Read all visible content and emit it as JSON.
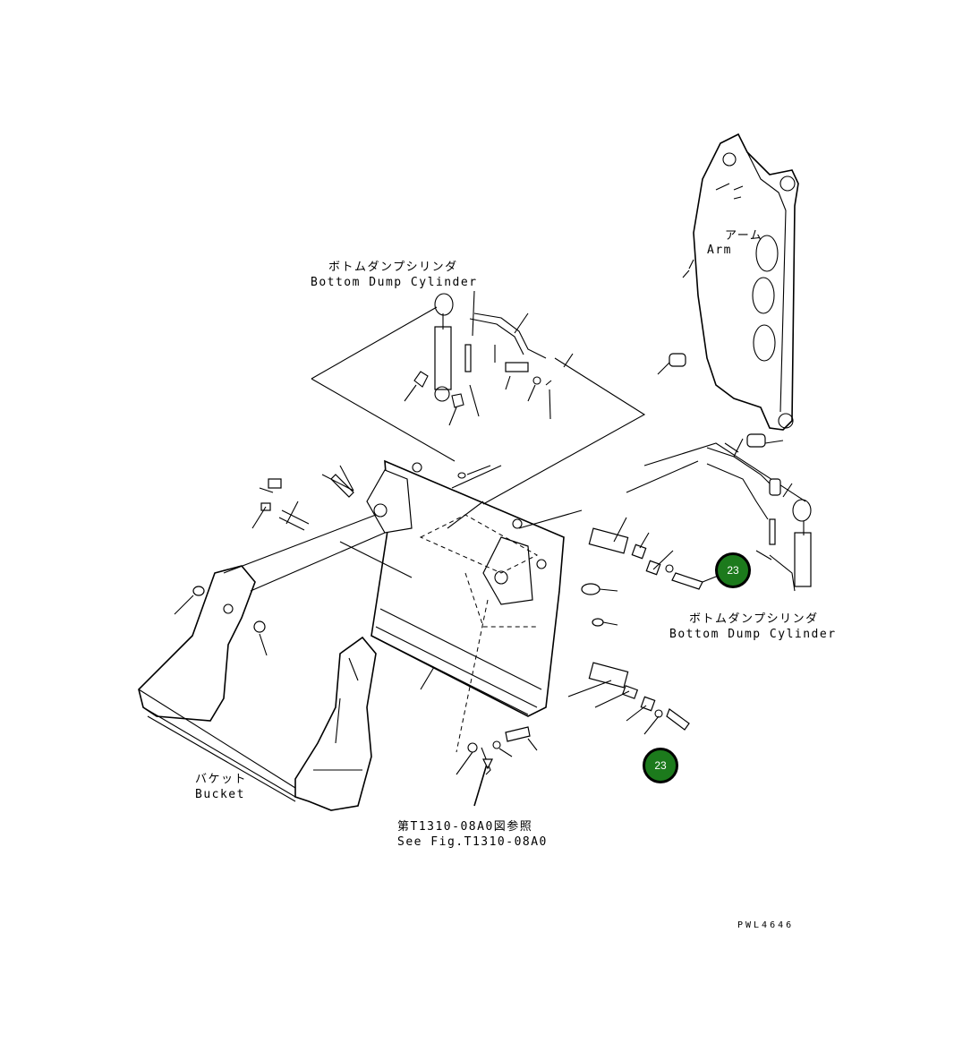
{
  "labels": {
    "cylinder_top_jp": "ボトムダンプシリンダ",
    "cylinder_top_en": "Bottom Dump Cylinder",
    "arm_jp": "アーム",
    "arm_en": "Arm",
    "cylinder_right_jp": "ボトムダンプシリンダ",
    "cylinder_right_en": "Bottom Dump Cylinder",
    "bucket_jp": "バケット",
    "bucket_en": "Bucket",
    "see_fig_jp": "第T1310-08A0図参照",
    "see_fig_en": "See Fig.T1310-08A0",
    "drawing_no": "PWL4646"
  },
  "callouts": [
    {
      "number": "23"
    },
    {
      "number": "23"
    }
  ],
  "colors": {
    "callout_fill": "#1c7a1c",
    "line": "#000000",
    "background": "#ffffff"
  }
}
